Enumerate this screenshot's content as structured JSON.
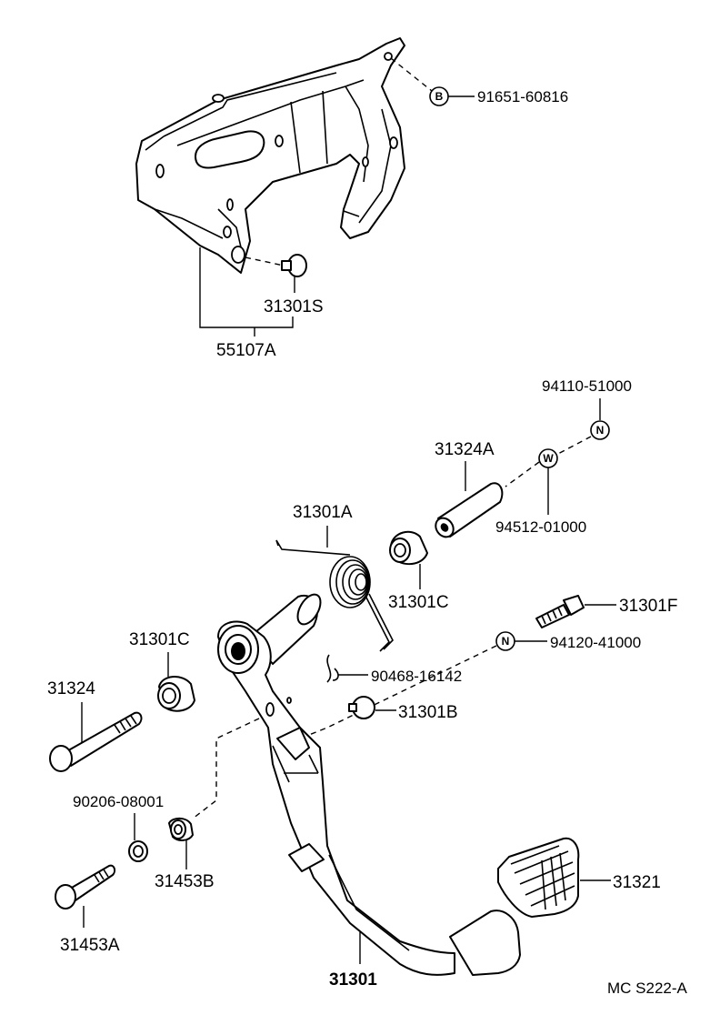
{
  "labels": {
    "bracket_bolt": "91651-60816",
    "stopper_s": "31301S",
    "bracket_assy": "55107A",
    "nut_top": "94110-51000",
    "pin_collar": "31324A",
    "washer": "94512-01000",
    "return_spring": "31301A",
    "bushing_c_right": "31301C",
    "bolt_f": "31301F",
    "nut_mid": "94120-41000",
    "bushing_c_left": "31301C",
    "clip": "90468-16142",
    "pivot_bolt": "31324",
    "cushion_b": "31301B",
    "small_washer": "90206-08001",
    "bushing_453b": "31453B",
    "pedal_pad": "31321",
    "bolt_453a": "31453A",
    "pedal_arm": "31301",
    "figure_code": "MC S222-A"
  },
  "refs": {
    "b": "B",
    "n_top": "N",
    "w": "W",
    "n_mid": "N"
  }
}
